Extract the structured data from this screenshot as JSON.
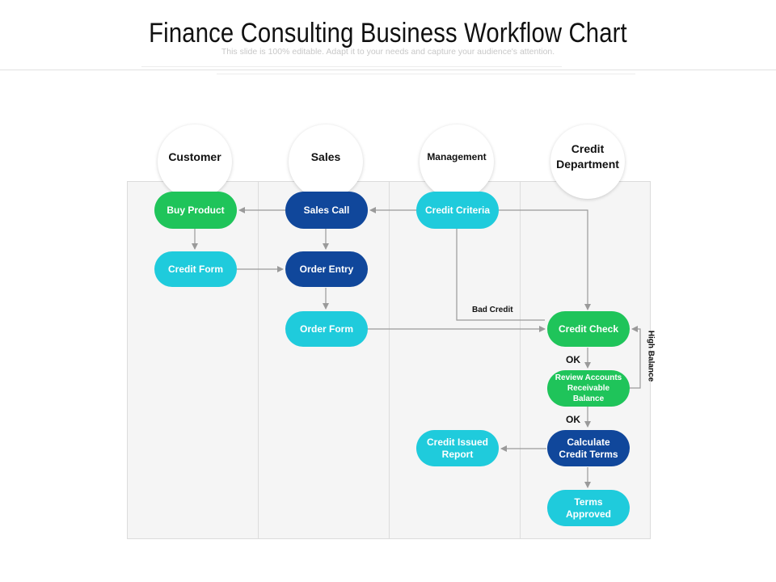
{
  "header": {
    "title": "Finance Consulting Business Workflow Chart",
    "subtitle": "This slide is 100% editable. Adapt it to your needs and capture your audience's attention."
  },
  "lanes": [
    {
      "label": "Customer"
    },
    {
      "label": "Sales"
    },
    {
      "label": "Management"
    },
    {
      "label": "Credit Department"
    }
  ],
  "nodes": {
    "buy_product": "Buy Product",
    "credit_form": "Credit Form",
    "sales_call": "Sales Call",
    "order_entry": "Order Entry",
    "order_form": "Order Form",
    "credit_criteria": "Credit Criteria",
    "credit_issued_report": "Credit Issued Report",
    "credit_check": "Credit Check",
    "review_accounts": "Review Accounts Receivable Balance",
    "calculate_terms": "Calculate Credit Terms",
    "terms_approved": "Terms Approved"
  },
  "edge_labels": {
    "bad_credit": "Bad Credit",
    "ok_1": "OK",
    "ok_2": "OK",
    "high_balance": "High Balance"
  },
  "colors": {
    "green": "#1fc45a",
    "cyan": "#1fcbdc",
    "navy": "#10479b",
    "lane_bg": "#f5f5f5",
    "connector": "#9a9a9a"
  }
}
